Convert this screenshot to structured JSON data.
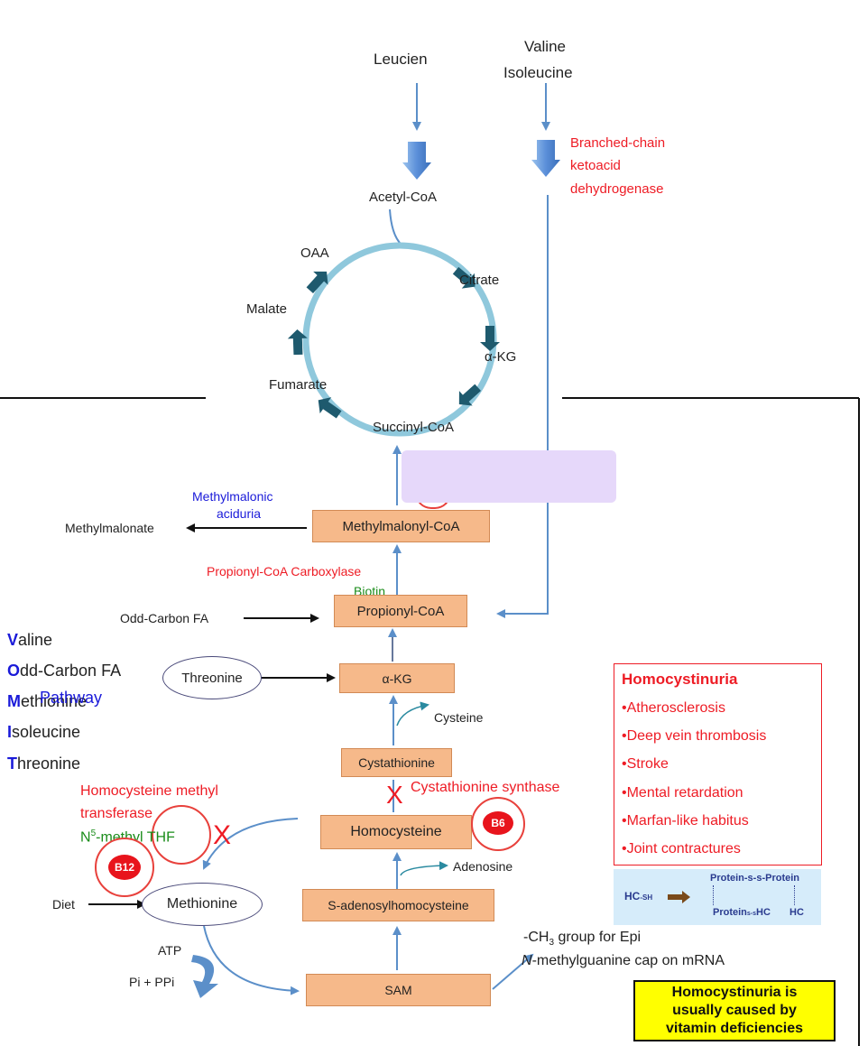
{
  "top": {
    "leucine": "Leucien",
    "valine": "Valine",
    "isoleucine": "Isoleucine",
    "bckd": [
      "Branched-chain",
      "ketoacid",
      "dehydrogenase"
    ]
  },
  "tca": {
    "acetyl_coa": "Acetyl-CoA",
    "oaa": "OAA",
    "citrate": "Citrate",
    "malate": "Malate",
    "akg": "α-KG",
    "fumarate": "Fumarate",
    "succinyl_coa": "Succinyl-CoA"
  },
  "mma": {
    "disease": [
      "Methylmalonic",
      "aciduria"
    ],
    "methylmalonate": "Methylmalonate",
    "methylmalonyl_coa": "Methylmalonyl-CoA",
    "pcc": "Propionyl-CoA Carboxylase",
    "biotin": "Biotin",
    "propionyl_coa": "Propionyl-CoA",
    "odd_carbon": "Odd-Carbon FA"
  },
  "mnemonic": {
    "v_first": "V",
    "v_rest": "aline",
    "o_first": "O",
    "o_rest": "dd-Carbon FA",
    "m_first": "M",
    "m_rest": "ethionine",
    "m_overlay": "Pathway",
    "i_first": "I",
    "i_rest": "soleucine",
    "t_first": "T",
    "t_rest": "hreonine"
  },
  "lower": {
    "threonine": "Threonine",
    "akg2": "α-KG",
    "cysteine": "Cysteine",
    "cystathionine": "Cystathionine",
    "cbs": "Cystathionine synthase",
    "homocysteine": "Homocysteine",
    "hmt": [
      "Homocysteine methyl",
      "transferase"
    ],
    "thf_prefix": "N",
    "thf_sup": "5",
    "thf_rest": "-methyl THF",
    "b6": "B6",
    "b12": "B12",
    "x_mark": "X",
    "adenosine": "Adenosine",
    "diet": "Diet",
    "methionine": "Methionine",
    "sah": "S-adenosylhomocysteine",
    "atp": "ATP",
    "pippi": "Pi + PPi",
    "sam": "SAM",
    "ch3_prefix": "-CH",
    "ch3_sub": "3",
    "ch3_rest": " group for Epi",
    "n_italic": "N",
    "mrna_rest": "-methylguanine cap on mRNA"
  },
  "homocystinuria": {
    "title": "Homocystinuria",
    "items": [
      "•Atherosclerosis",
      "•Deep vein thrombosis",
      "•Stroke",
      "•Mental retardation",
      "•Marfan-like habitus",
      "•Joint contractures"
    ]
  },
  "protein": {
    "hc": "HC",
    "sh": "-SH",
    "top": "Protein-s-s-Protein",
    "bottom": "Protein",
    "ss": "s-s",
    "hc1": "HC",
    "hc2": "HC"
  },
  "note": {
    "lines": [
      "Homocystinuria is",
      "usually caused by",
      "vitamin deficiencies"
    ]
  },
  "colors": {
    "arrow_blue": "#5b8fc9",
    "tca_ring": "#8fc8dc",
    "tca_arrow": "#1e5a6e",
    "box_fill": "#f6b98a",
    "enzyme_red": "#ee1c25",
    "cofactor_green": "#1a8c1a",
    "disease_blue": "#1a1ad9",
    "overlay_lavender": "#e6d8fa",
    "note_yellow": "#ffff00",
    "protein_bg": "#d6ecfa"
  }
}
